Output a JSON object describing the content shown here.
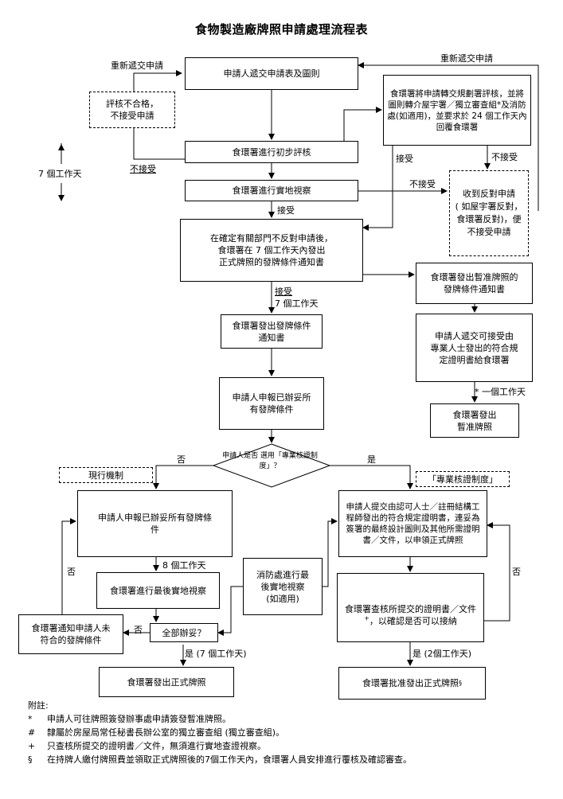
{
  "title": "食物製造廠牌照申請處理流程表",
  "boxes": {
    "submit": "申請人遞交申請表及圖則",
    "fail": "評核不合格，\n不接受申請",
    "transfer": "食環署將申請轉交規劃署評核，並將圖則轉介屋宇署／獨立審查組*及消防處(如適用)，並要求於 24 個工作天內回覆食環署",
    "prelim": "食環署進行初步評核",
    "site": "食環署進行實地視察",
    "object": "收到反對申請\n( 如屋宇署反對，食環署反對)，便不接受申請",
    "notify": "在確定有關部門不反對申請後，\n食環署在 7 個工作天內發出\n正式牌照的發牌條件通知書",
    "prov_notice": "食環署發出暫准牌照的\n發牌條件通知書",
    "issue_cond": "食環署發出發牌條件\n通知書",
    "prov_cert": "申請人遞交可接受由\n專業人士發出的符合規\n定證明書給食環署",
    "applicant_report": "申請人申報已辦妥所\n有發牌條件",
    "prov_issue": "食環署發出\n暫准牌照",
    "diamond": "申請人是否\n選用「專業核證制度」？",
    "current": "現行機制",
    "professional": "「專業核證制度」",
    "left_report": "申請人申報已辦妥所有發牌條\n件",
    "final_site": "食環署進行最後實地視察",
    "fire": "消防處進行最\n後實地視察\n(如適用)",
    "notify_fail": "食環署通知申請人未\n符合的發牌條件",
    "all_done": "全部辦妥？",
    "issue_full": "食環署發出正式牌照",
    "prof_submit": "申請人提交由認可人士／註冊結構工程師發出的符合規定證明書，連妥為簽署的最終設計圖則及其他所需證明書／文件，以申領正式牌照",
    "check_docs": "食環署查核所提交的證明書／文件",
    "check_docs2": "，以確認是否可以接納",
    "approve_full": "食環署批准發出正式牌照",
    "approve_mark": "§",
    "plus_mark": "+"
  },
  "labels": {
    "resubmit_left": "重新遞交申請",
    "resubmit_right": "重新遞交申請",
    "seven_days": "7 個工作天",
    "reject1": "不接受",
    "accept1": "接受",
    "reject2": "不接受",
    "reject3": "不接受",
    "accept2": "接受",
    "accept3": "接受",
    "seven_days2": "7 個工作天",
    "one_day": "* 一個工作天",
    "no": "否",
    "yes": "是",
    "eight_days": "8 個工作天",
    "no_left": "否",
    "no2": "否",
    "no_right": "否",
    "yes7": "是 (7 個工作天)",
    "yes2": "是 (2個工作天)"
  },
  "notes": {
    "heading": "附註:",
    "items": [
      {
        "sym": "*",
        "text": "申請人可往牌照簽發辦事處申請簽發暫准牌照。"
      },
      {
        "sym": "#",
        "text": "隸屬於房屋局常任秘書長辦公室的獨立審查組 (獨立審查組)。"
      },
      {
        "sym": "+",
        "text": "只查核所提交的證明書／文件，無須進行實地查證視察。"
      },
      {
        "sym": "§",
        "text": "在持牌人繳付牌照費並領取正式牌照後的7個工作天內，食環署人員安排進行覆核及確認審查。"
      }
    ]
  }
}
